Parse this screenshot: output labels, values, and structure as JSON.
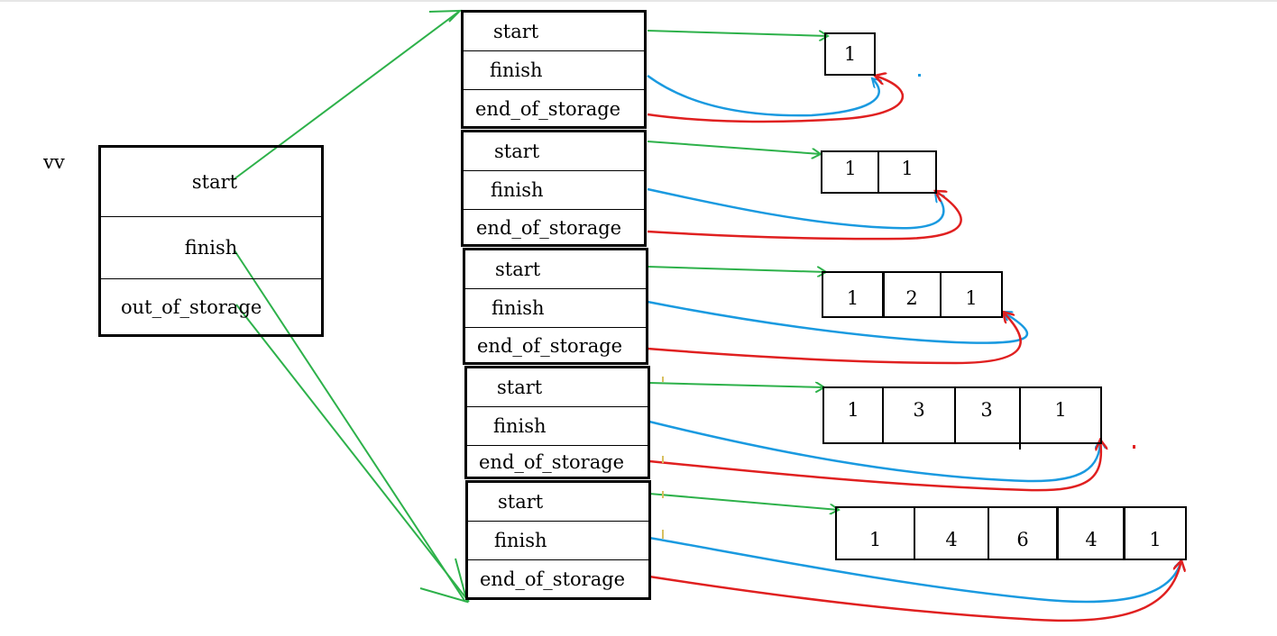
{
  "vv": {
    "name": "vv",
    "fields": [
      "start",
      "finish",
      "out_of_storage"
    ]
  },
  "rows": [
    {
      "fields": [
        "start",
        "finish",
        "end_of_storage"
      ],
      "values": [
        "1"
      ]
    },
    {
      "fields": [
        "start",
        "finish",
        "end_of_storage"
      ],
      "values": [
        "1",
        "1"
      ]
    },
    {
      "fields": [
        "start",
        "finish",
        "end_of_storage"
      ],
      "values": [
        "1",
        "2",
        "1"
      ]
    },
    {
      "fields": [
        "start",
        "finish",
        "end_of_storage"
      ],
      "values": [
        "1",
        "3",
        "3",
        "1"
      ]
    },
    {
      "fields": [
        "start",
        "finish",
        "end_of_storage"
      ],
      "values": [
        "1",
        "4",
        "6",
        "4",
        "1"
      ]
    }
  ],
  "colors": {
    "start_arrow": "#2db14a",
    "finish_arrow": "#1a9ae0",
    "storage_arrow": "#e02020",
    "border": "#000000"
  }
}
